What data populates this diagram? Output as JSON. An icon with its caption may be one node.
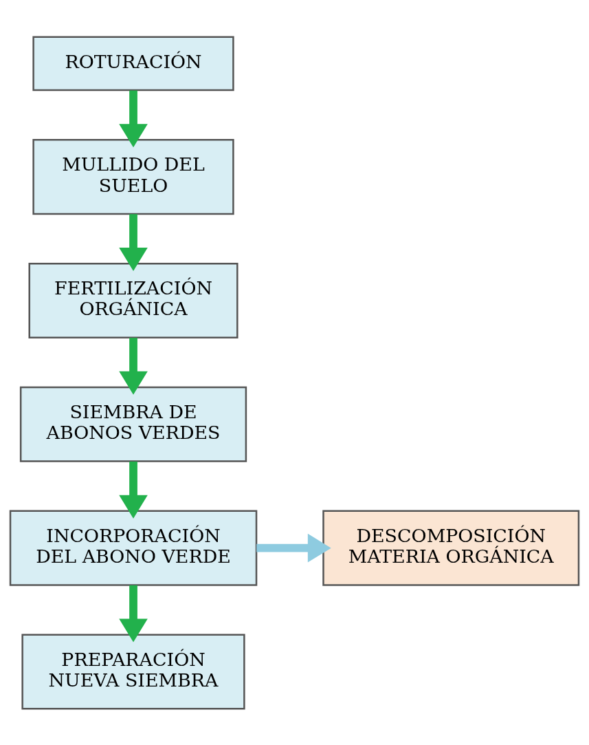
{
  "diagram": {
    "nodes": [
      {
        "text": [
          "ROTURACIÓN"
        ]
      },
      {
        "text": [
          "MULLIDO DEL SUELO"
        ]
      },
      {
        "text": [
          "FERTILIZACIÓN ORGÁNICA"
        ]
      },
      {
        "text": [
          "SIEMBRA DE ABONOS VERDES"
        ]
      },
      {
        "text": [
          "INCORPORACIÓN DEL ABONO VERDE"
        ]
      },
      {
        "text": [
          "DESCOMPOSICIÓN MATERIA ORGÁNICA"
        ]
      },
      {
        "text": [
          "PREPARACIÓN NUEVA SIEMBRA"
        ]
      }
    ],
    "edges": [
      {
        "from": 0,
        "to": 1,
        "arrow": "to"
      },
      {
        "from": 1,
        "to": 2,
        "arrow": "to"
      },
      {
        "from": 2,
        "to": 3,
        "arrow": "to"
      },
      {
        "from": 3,
        "to": 4,
        "arrow": "to"
      },
      {
        "from": 4,
        "to": 5,
        "arrow": "to",
        "color": "#8ecbe0"
      },
      {
        "from": 4,
        "to": 6,
        "arrow": "to"
      }
    ]
  }
}
